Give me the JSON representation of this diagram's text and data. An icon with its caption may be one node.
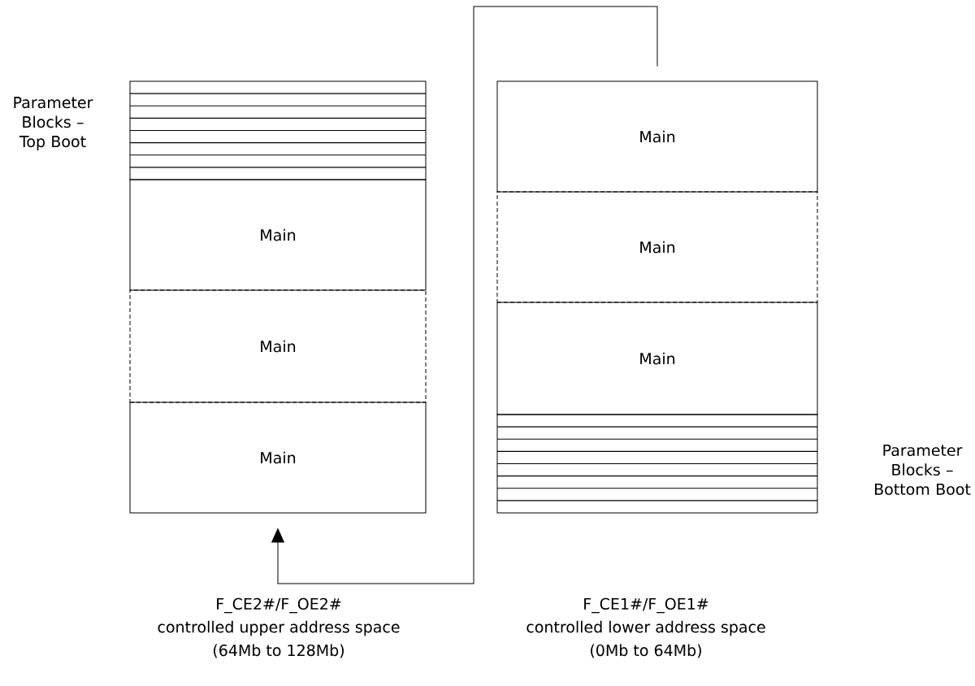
{
  "diagram": {
    "nodes": [
      {
        "text": [],
        "shape": "box",
        "beside": [
          "Parameter Blocks – Top Boot"
        ]
      },
      {
        "text": [
          "Main"
        ]
      },
      {
        "text": [
          "Main"
        ]
      },
      {
        "text": [
          "Main"
        ]
      },
      {
        "text": [
          "Main"
        ]
      },
      {
        "text": [
          "Main"
        ]
      },
      {
        "text": [
          "Main"
        ]
      },
      {
        "text": [],
        "shape": "box",
        "beside": [
          "Parameter Blocks – Bottom Boot"
        ]
      }
    ],
    "edges": [
      {
        "from": 4,
        "to": 3,
        "arrow": "to"
      }
    ],
    "labels": [
      "F_CE2#/F_OE2#",
      "controlled upper address space",
      "(64Mb to 128Mb)",
      "F_CE1#/F_OE1#",
      "controlled lower address space",
      "(0Mb to 64Mb)"
    ]
  }
}
